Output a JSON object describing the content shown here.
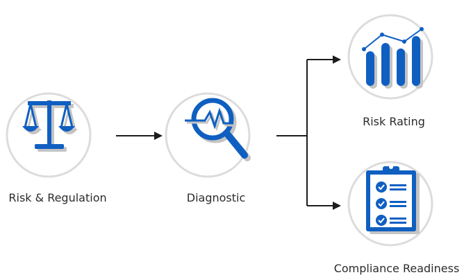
{
  "colors": {
    "primary_blue": "#0f5fc1",
    "shadow_gray": "#c4c4c4",
    "circle_stroke": "#dcdcdc",
    "arrow": "#1c1c1c"
  },
  "nodes": [
    {
      "id": "risk-regulation",
      "icon": "scales-of-justice-icon",
      "label": "Risk & Regulation"
    },
    {
      "id": "diagnostic",
      "icon": "magnifier-waveform-icon",
      "label": "Diagnostic"
    },
    {
      "id": "risk-rating",
      "icon": "bar-chart-trend-icon",
      "label": "Risk Rating"
    },
    {
      "id": "compliance-readiness",
      "icon": "clipboard-checklist-icon",
      "label": "Compliance Readiness"
    }
  ]
}
